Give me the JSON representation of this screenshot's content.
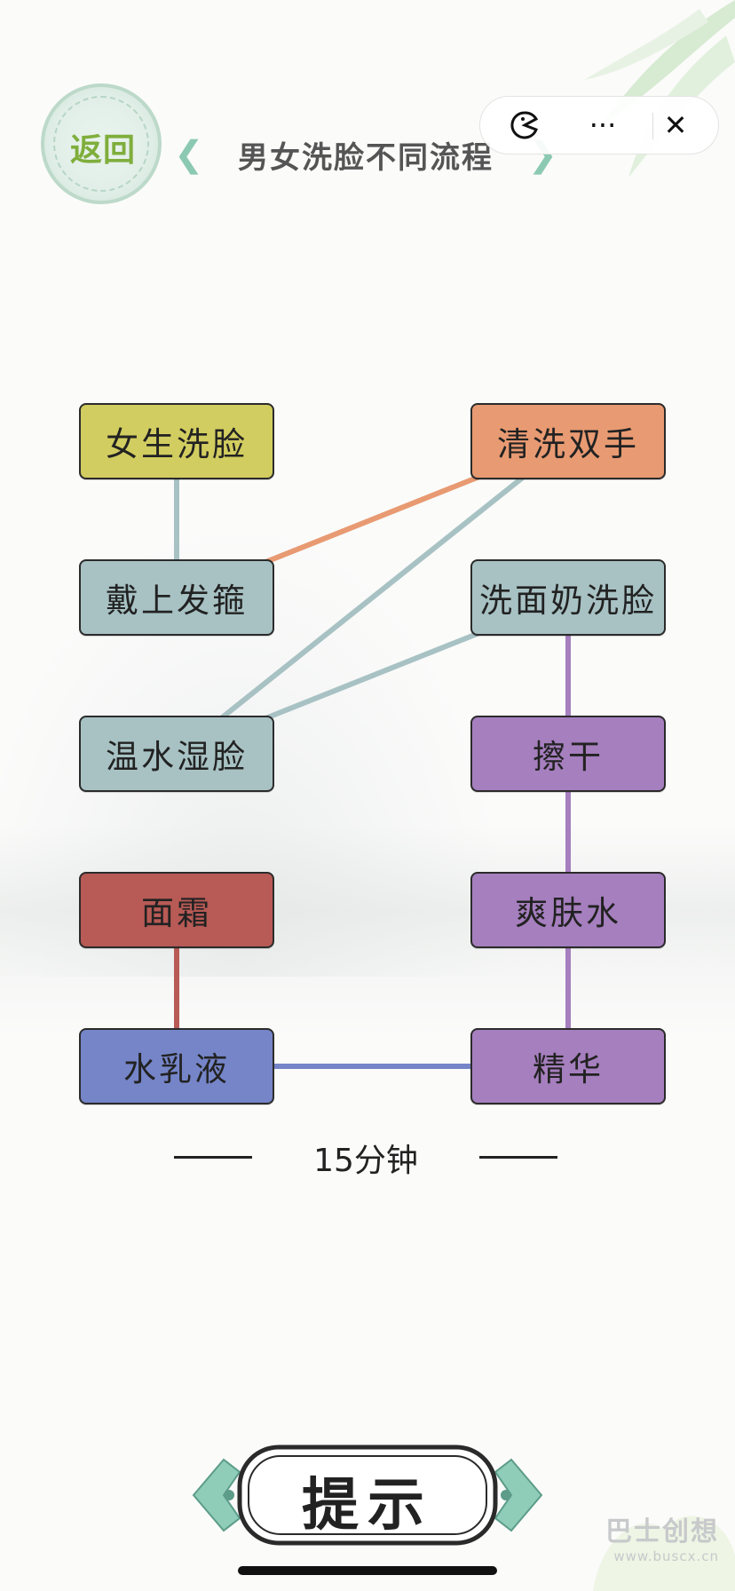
{
  "header": {
    "back_label": "返回",
    "title": "男女洗脸不同流程",
    "capsule": {
      "game_icon": "pacman-icon",
      "more_label": "···",
      "close_label": "✕"
    }
  },
  "board": {
    "nodes": [
      {
        "label": "女生洗脸",
        "color": "#d2cd60"
      },
      {
        "label": "清洗双手",
        "color": "#e89a72"
      },
      {
        "label": "戴上发箍",
        "color": "#a8c2c4"
      },
      {
        "label": "洗面奶洗脸",
        "color": "#a8c2c4"
      },
      {
        "label": "温水湿脸",
        "color": "#a8c2c4"
      },
      {
        "label": "擦干",
        "color": "#a67fbf"
      },
      {
        "label": "面霜",
        "color": "#b85a55"
      },
      {
        "label": "爽肤水",
        "color": "#a67fbf"
      },
      {
        "label": "水乳液",
        "color": "#7585c8"
      },
      {
        "label": "精华",
        "color": "#a67fbf"
      }
    ],
    "links": [
      {
        "from": "女生洗脸",
        "to": "戴上发箍",
        "color": "#a8c2c4"
      },
      {
        "from": "清洗双手",
        "to": "戴上发箍",
        "color": "#e89a72"
      },
      {
        "from": "清洗双手",
        "to": "温水湿脸",
        "color": "#a8c2c4"
      },
      {
        "from": "洗面奶洗脸",
        "to": "温水湿脸",
        "color": "#a8c2c4"
      },
      {
        "from": "洗面奶洗脸",
        "to": "擦干",
        "color": "#a67fbf"
      },
      {
        "from": "擦干",
        "to": "爽肤水",
        "color": "#a67fbf"
      },
      {
        "from": "爽肤水",
        "to": "精华",
        "color": "#a67fbf"
      },
      {
        "from": "面霜",
        "to": "水乳液",
        "color": "#b85a55"
      },
      {
        "from": "水乳液",
        "to": "精华",
        "color": "#7585c8"
      }
    ]
  },
  "timer": {
    "text": "15分钟"
  },
  "hint": {
    "label": "提示"
  },
  "watermark": {
    "brand": "巴士创想",
    "url": "www.buscx.cn"
  }
}
